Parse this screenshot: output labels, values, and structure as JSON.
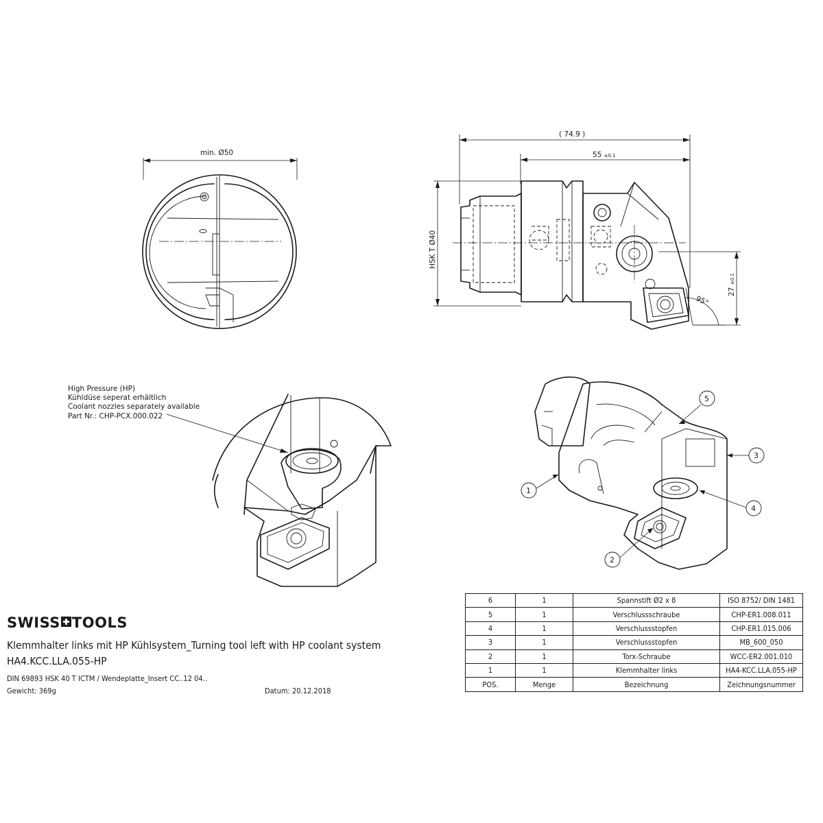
{
  "drawing": {
    "front_view": {
      "dim_label": "min. Ø50"
    },
    "side_view": {
      "dim_overall": "74.9",
      "dim_length": "55",
      "dim_length_tol": "±0.1",
      "dim_hsk": "HSK T Ø40",
      "dim_offset": "27",
      "dim_offset_tol": "±0.1",
      "dim_angle": "95°"
    },
    "annotation": {
      "lines": [
        "High Pressure (HP)",
        "Kühldüse seperat erhältlich",
        "Coolant nozzles separately available",
        "Part Nr.: CHP-PCX.000.022"
      ]
    },
    "balloons": [
      "1",
      "2",
      "3",
      "4",
      "5"
    ]
  },
  "title_block": {
    "brand_left": "SWISS",
    "brand_right": "TOOLS",
    "title": "Klemmhalter links mit HP Kühlsystem_Turning tool left with HP coolant system",
    "code": "HA4.KCC.LLA.055-HP",
    "spec": "DIN 69893 HSK 40 T ICTM / Wendeplatte_Insert CC..12 04..",
    "weight": "Gewicht: 369g",
    "date": "Datum: 20.12.2018"
  },
  "bom": {
    "rows": [
      [
        "6",
        "1",
        "Spannstift Ø2 x 8",
        "ISO 8752/ DIN 1481"
      ],
      [
        "5",
        "1",
        "Verschlussschraube",
        "CHP-ER1.008.011"
      ],
      [
        "4",
        "1",
        "Verschlussstopfen",
        "CHP-ER1.015.006"
      ],
      [
        "3",
        "1",
        "Verschlussstopfen",
        "MB_600_050"
      ],
      [
        "2",
        "1",
        "Torx-Schraube",
        "WCC-ER2.001.010"
      ],
      [
        "1",
        "1",
        "Klemmhalter links",
        "HA4-KCC.LLA.055-HP"
      ]
    ],
    "header": [
      "POS.",
      "Menge",
      "Bezeichnung",
      "Zeichnungsnummer"
    ]
  }
}
